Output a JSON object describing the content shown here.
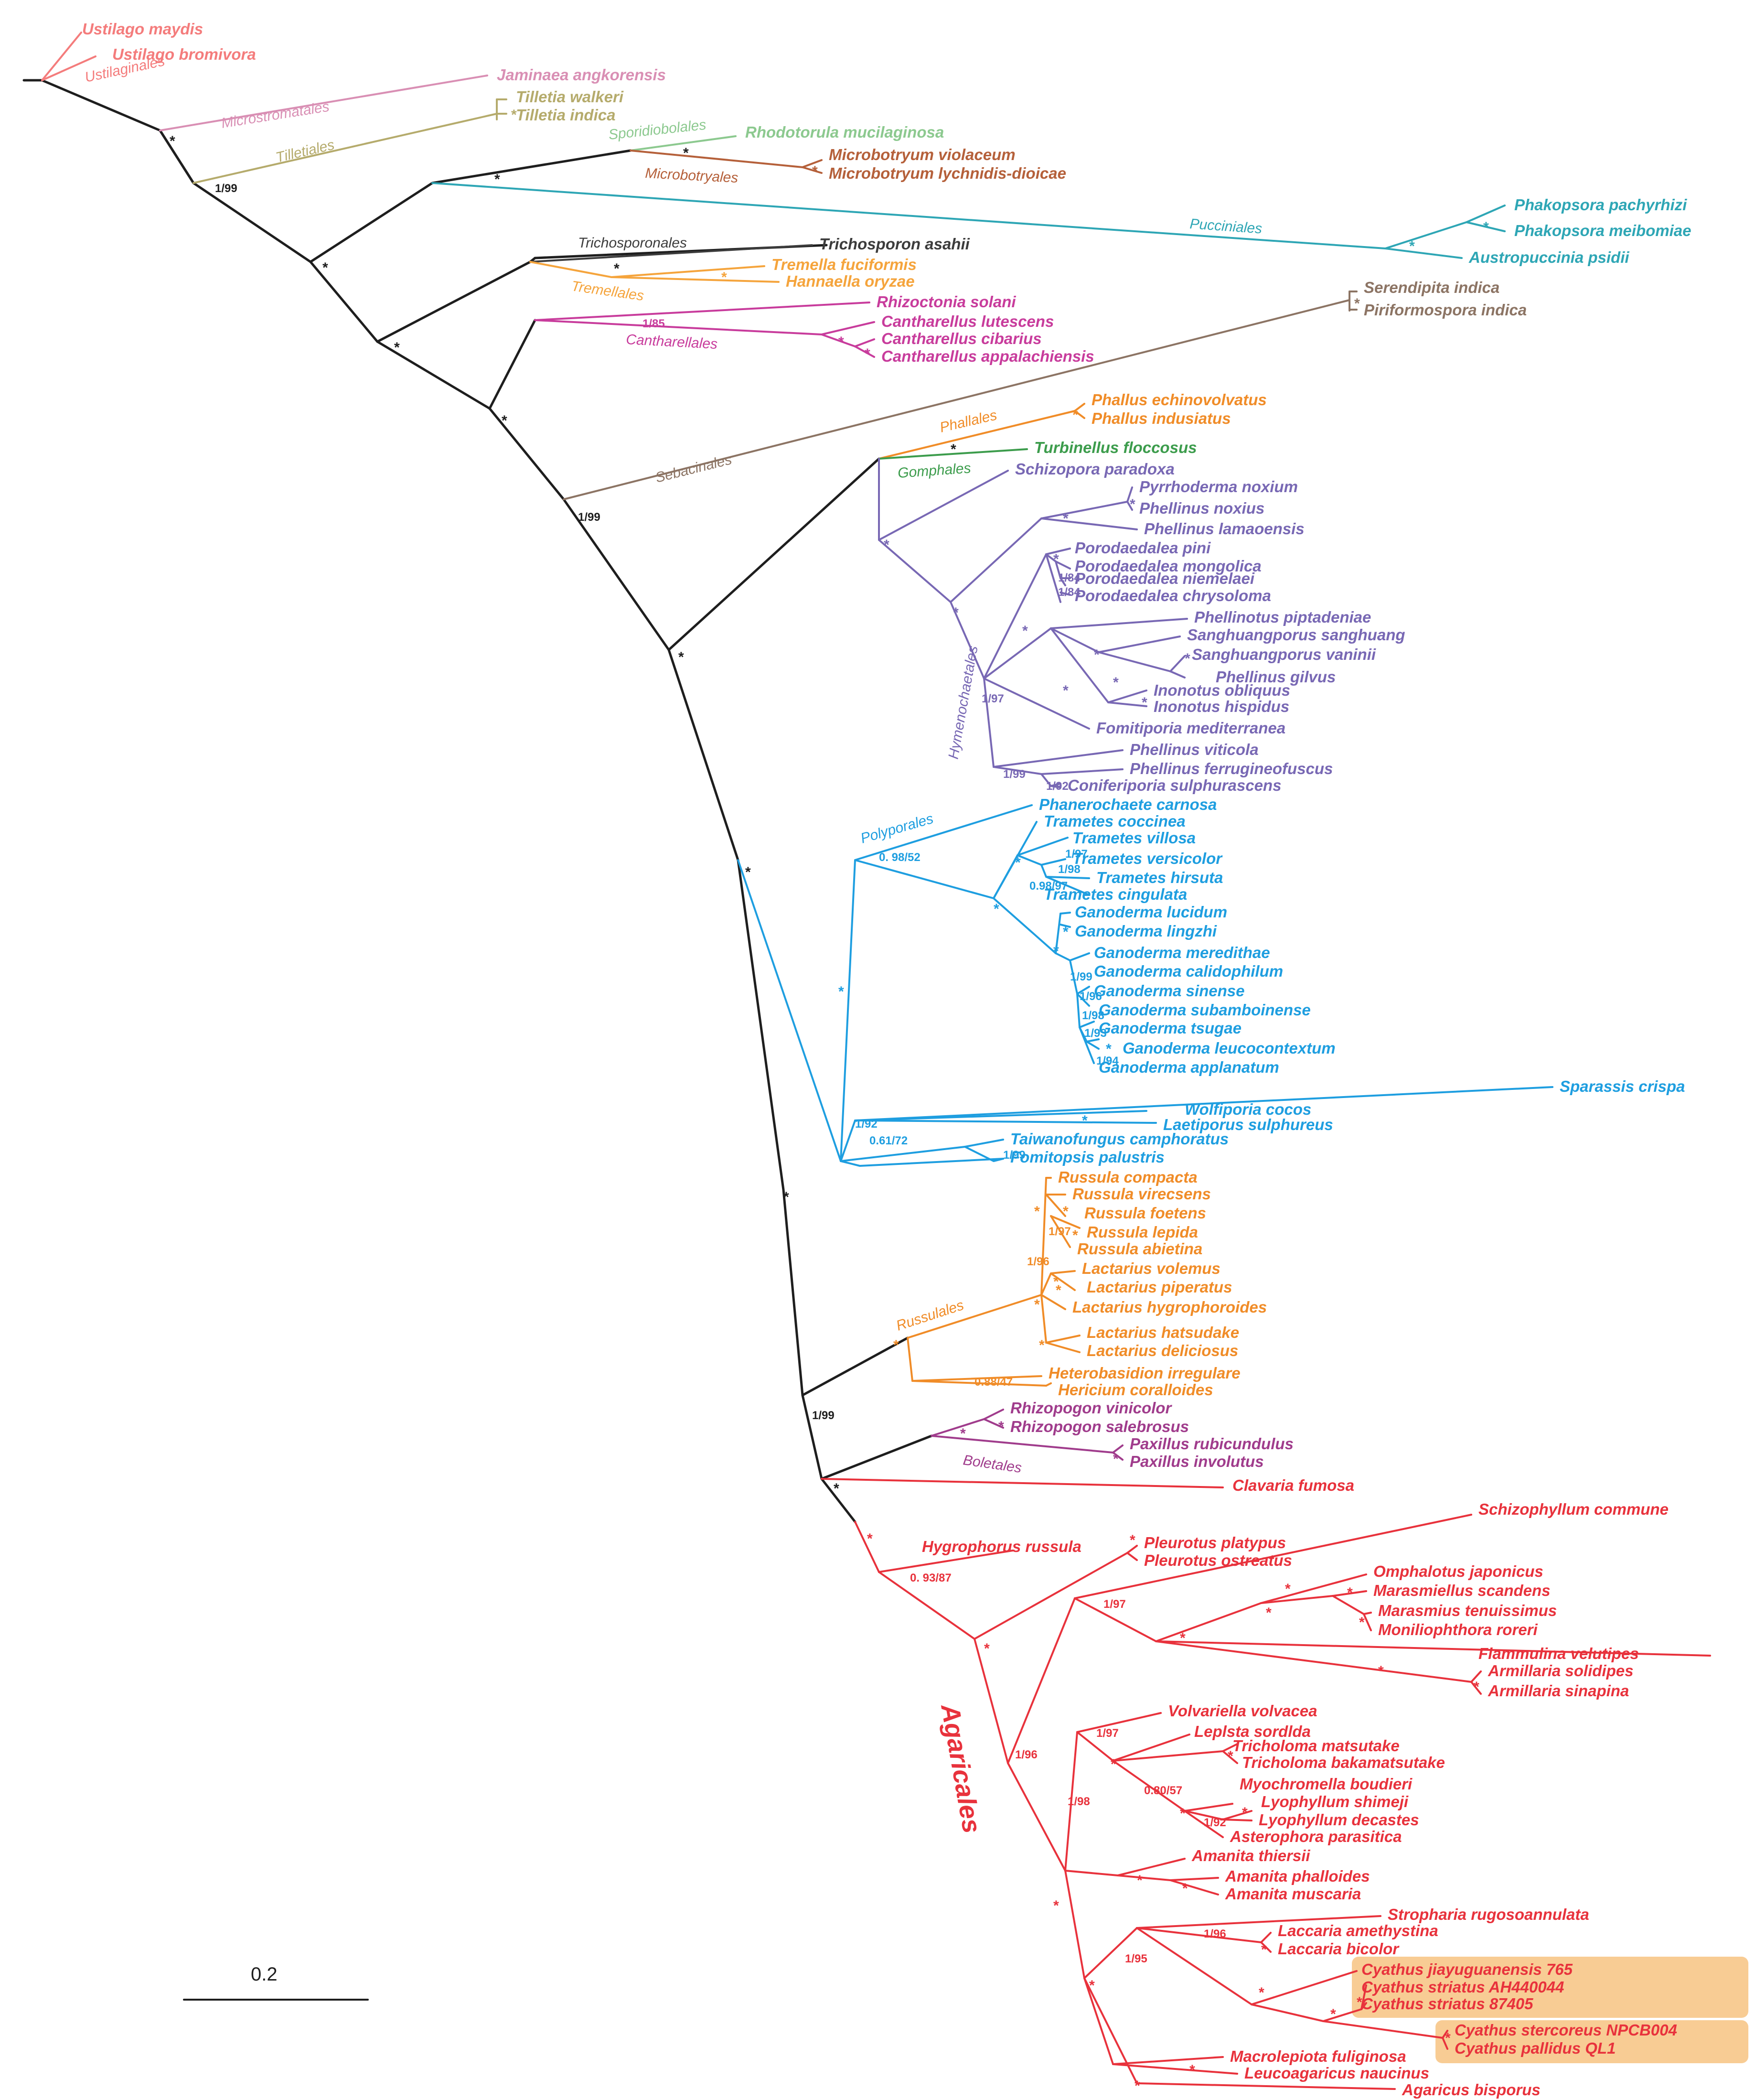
{
  "colors": {
    "ustilago": "#f47c7c",
    "microstroma": "#d98fb4",
    "tilletia": "#b5ab6c",
    "sporidiobolales": "#8cc98f",
    "microbotry": "#b5603a",
    "puccinia": "#2ea6b5",
    "tricho": "#3c3c3c",
    "tremella": "#f5a43c",
    "canth": "#c83c9c",
    "sebacin": "#8c7464",
    "phallus": "#f08c28",
    "gompha": "#3c9c4c",
    "hymeno": "#7868b4",
    "polypor": "#1e9ee0",
    "russula": "#f08c28",
    "boletal": "#a03c8c",
    "agaric": "#e8323c",
    "backbone": "#1e1e1e",
    "highlight": "#f8cc94"
  },
  "tips": {
    "ustilago_maydis": "Ustilago maydis",
    "ustilago_bromivora": "Ustilago bromivora",
    "jaminaea": "Jaminaea angkorensis",
    "tilletia_walkeri": "Tilletia walkeri",
    "tilletia_indica": "Tilletia indica",
    "rhodotorula": "Rhodotorula mucilaginosa",
    "microbotryum_violaceum": "Microbotryum violaceum",
    "microbotryum_lychnidis": "Microbotryum lychnidis-dioicae",
    "phakopsora_pachyrhizi": "Phakopsora pachyrhizi",
    "phakopsora_meibomiae": "Phakopsora meibomiae",
    "austropuccinia": "Austropuccinia psidii",
    "trichosporon": "Trichosporon asahii",
    "tremella": "Tremella fuciformis",
    "hannaella": "Hannaella oryzae",
    "serendipita": "Serendipita indica",
    "piriformospora": "Piriformospora indica",
    "rhizoctonia": "Rhizoctonia solani",
    "canth_lutescens": "Cantharellus lutescens",
    "canth_cibarius": "Cantharellus cibarius",
    "canth_appal": "Cantharellus appalachiensis",
    "phallus_echino": "Phallus echinovolvatus",
    "phallus_indus": "Phallus indusiatus",
    "turbinellus": "Turbinellus floccosus",
    "schizopora": "Schizopora paradoxa",
    "pyrrhoderma": "Pyrrhoderma noxium",
    "phellinus_noxius": "Phellinus noxius",
    "phellinus_lamao": "Phellinus lamaoensis",
    "porodaedalea_pini": "Porodaedalea pini",
    "porodaedalea_mong": "Porodaedalea mongolica",
    "porodaedalea_niem": "Porodaedalea niemelaei",
    "porodaedalea_chry": "Porodaedalea chrysoloma",
    "phellinotus": "Phellinotus piptadeniae",
    "sanghuang_s": "Sanghuangporus sanghuang",
    "sanghuang_v": "Sanghuangporus vaninii",
    "phellinus_gilvus": "Phellinus gilvus",
    "inonotus_obl": "Inonotus obliquus",
    "inonotus_his": "Inonotus hispidus",
    "fomitiporia": "Fomitiporia mediterranea",
    "phellinus_viticola": "Phellinus viticola",
    "phellinus_ferr": "Phellinus ferrugineofuscus",
    "coniferiporia": "Coniferiporia sulphurascens",
    "phanerochaete": "Phanerochaete carnosa",
    "trametes_coccinea": "Trametes coccinea",
    "trametes_villosa": "Trametes villosa",
    "trametes_versicolor": "Trametes versicolor",
    "trametes_hirsuta": "Trametes hirsuta",
    "trametes_cingulata": "Trametes cingulata",
    "ganoderma_lucidum": "Ganoderma lucidum",
    "ganoderma_lingzhi": "Ganoderma lingzhi",
    "ganoderma_mered": "Ganoderma meredithae",
    "ganoderma_calido": "Ganoderma calidophilum",
    "ganoderma_sinense": "Ganoderma sinense",
    "ganoderma_subam": "Ganoderma subamboinense",
    "ganoderma_tsugae": "Ganoderma tsugae",
    "ganoderma_leuco": "Ganoderma leucocontextum",
    "ganoderma_applan": "Ganoderma applanatum",
    "sparassis": "Sparassis crispa",
    "wolfiporia": "Wolfiporia cocos",
    "laetiporus": "Laetiporus sulphureus",
    "taiwanofungus": "Taiwanofungus camphoratus",
    "fomitopsis": "Fomitopsis palustris",
    "russula_compacta": "Russula compacta",
    "russula_virecsens": "Russula virecsens",
    "russula_foetens": "Russula foetens",
    "russula_lepida": "Russula lepida",
    "russula_abietina": "Russula abietina",
    "lactarius_volemus": "Lactarius volemus",
    "lactarius_piperatus": "Lactarius piperatus",
    "lactarius_hygro": "Lactarius hygrophoroides",
    "lactarius_hats": "Lactarius hatsudake",
    "lactarius_delic": "Lactarius deliciosus",
    "heterobasidion": "Heterobasidion irregulare",
    "hericium": "Hericium coralloides",
    "rhizopogon_vin": "Rhizopogon vinicolor",
    "rhizopogon_sal": "Rhizopogon salebrosus",
    "paxillus_rub": "Paxillus rubicundulus",
    "paxillus_inv": "Paxillus involutus",
    "clavaria": "Clavaria fumosa",
    "schizophyllum": "Schizophyllum commune",
    "pleurotus_plat": "Pleurotus platypus",
    "pleurotus_ostr": "Pleurotus ostreatus",
    "hygrophorus": "Hygrophorus russula",
    "omphalotus": "Omphalotus japonicus",
    "marasmiellus": "Marasmiellus scandens",
    "marasmius": "Marasmius tenuissimus",
    "moniliophthora": "Moniliophthora roreri",
    "flammulina": "Flammulina velutipes",
    "armillaria_sol": "Armillaria solidipes",
    "armillaria_sin": "Armillaria sinapina",
    "volvariella": "Volvariella volvacea",
    "lepista": "Leplsta sordlda",
    "tricholoma_mat": "Tricholoma matsutake",
    "tricholoma_bak": "Tricholoma bakamatsutake",
    "myochromella": "Myochromella boudieri",
    "lyophyllum_shi": "Lyophyllum shimeji",
    "lyophyllum_dec": "Lyophyllum decastes",
    "asterophora": "Asterophora parasitica",
    "amanita_thiersii": "Amanita thiersii",
    "amanita_phalloides": "Amanita phalloides",
    "amanita_muscaria": "Amanita muscaria",
    "stropharia": "Stropharia rugosoannulata",
    "laccaria_ame": "Laccaria amethystina",
    "laccaria_bic": "Laccaria bicolor",
    "cyathus_jia": "Cyathus jiayuguanensis 765",
    "cyathus_str_ah": "Cyathus striatus AH440044",
    "cyathus_str_87": "Cyathus striatus 87405",
    "cyathus_ster": "Cyathus stercoreus NPCB004",
    "cyathus_pal": "Cyathus pallidus QL1",
    "macrolepiota": "Macrolepiota fuliginosa",
    "leucoagaricus": "Leucoagaricus naucinus",
    "agaricus": "Agaricus bisporus"
  },
  "orders": {
    "ustilaginales": "Ustilaginales",
    "microstromatales": "Microstromatales",
    "tilletiales": "Tilletiales",
    "sporidiobolales": "Sporidiobolales",
    "microbotryales": "Microbotryales",
    "pucciniales": "Pucciniales",
    "trichosporonales": "Trichosporonales",
    "tremellales": "Tremellales",
    "cantharellales": "Cantharellales",
    "sebacinales": "Sebacinales",
    "phallales": "Phallales",
    "gomphales": "Gomphales",
    "hymenochaetales": "Hymenochaetales",
    "polyporales": "Polyporales",
    "russulales": "Russulales",
    "boletales": "Boletales",
    "agaricales": "Agaricales"
  },
  "support": {
    "star": "*",
    "s_1_99": "1/99",
    "s_1_85": "1/85",
    "s_1_97": "1/97",
    "s_1_99b": "1/99",
    "s_1_92": "1/92",
    "s_1_84": "1/84",
    "s_098_52": "0. 98/52",
    "s_1_97t": "1/97",
    "s_1_98": "1/98",
    "s_098_97": "0.98/97",
    "s_1_99g": "1/99",
    "s_1_96g": "1/96",
    "s_1_93": "1/93",
    "s_1_94": "1/94",
    "s_1_92p": "1/92",
    "s_061_72": "0.61/72",
    "s_1_99p": "1/99",
    "s_1_97r": "1/97",
    "s_1_96r": "1/96",
    "s_088_47": "0.88/47",
    "s_1_99r": "1/99",
    "s_093_87": "0. 93/87",
    "s_1_97a": "1/97",
    "s_1_96a": "1/96",
    "s_1_97b": "1/97",
    "s_080_57": "0.80/57",
    "s_1_92a": "1/92",
    "s_1_98a": "1/98",
    "s_1_96c": "1/96",
    "s_1_95": "1/95"
  },
  "scale_bar": {
    "label": "0.2"
  }
}
